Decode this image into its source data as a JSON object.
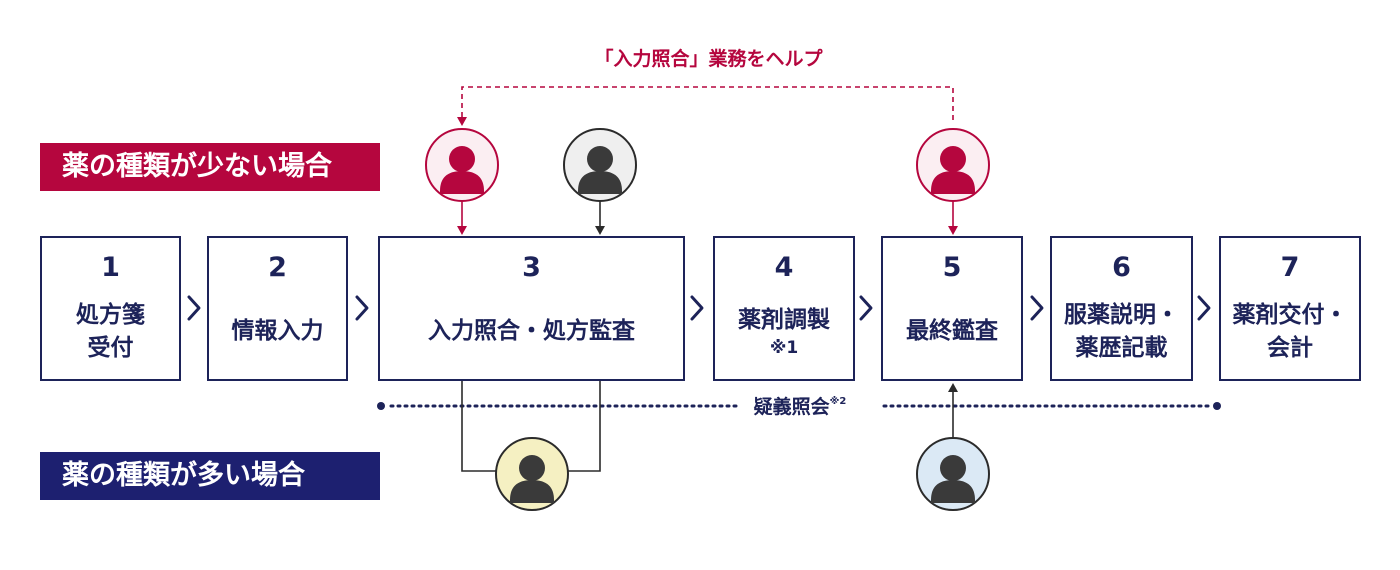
{
  "colors": {
    "crimson": "#b5063e",
    "navy": "#1d2359",
    "gray_person": "#2b2b2b",
    "yellow_bg": "#f5f0c2",
    "blue_bg": "#dbe9f5"
  },
  "help_label": "「入力照合」業務をヘルプ",
  "few_label": "薬の種類が少ない場合",
  "many_label": "薬の種類が多い場合",
  "query_label": "疑義照会",
  "query_note": "※2",
  "steps": [
    {
      "num": "1",
      "line1": "処方箋",
      "line2": "受付",
      "note": ""
    },
    {
      "num": "2",
      "line1": "情報入力",
      "line2": "",
      "note": ""
    },
    {
      "num": "3",
      "line1": "入力照合・処方監査",
      "line2": "",
      "note": ""
    },
    {
      "num": "4",
      "line1": "薬剤調製",
      "line2": "",
      "note": "※1"
    },
    {
      "num": "5",
      "line1": "最終鑑査",
      "line2": "",
      "note": ""
    },
    {
      "num": "6",
      "line1": "服薬説明・",
      "line2": "薬歴記載",
      "note": ""
    },
    {
      "num": "7",
      "line1": "薬剤交付・",
      "line2": "会計",
      "note": ""
    }
  ],
  "icons": {
    "person": "person-icon",
    "chevron": "chevron-right-icon",
    "arrow": "arrow-down-icon"
  }
}
